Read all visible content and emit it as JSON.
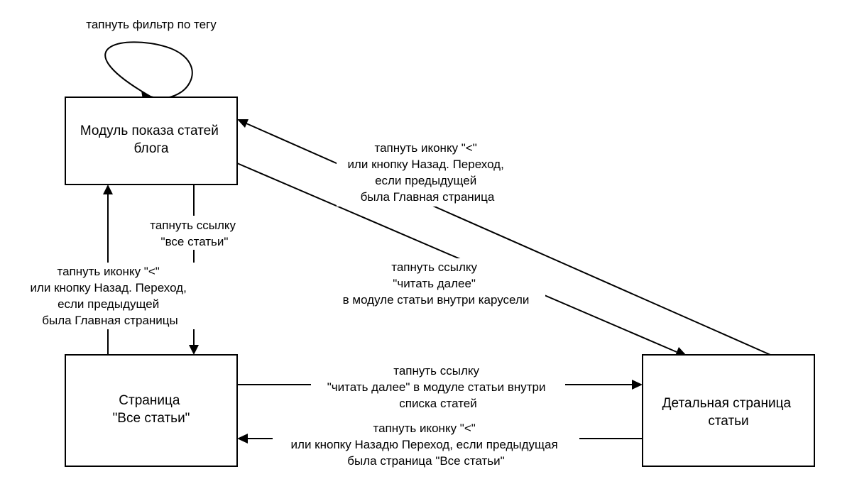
{
  "nodes": {
    "blog_module": {
      "lines": [
        "Модуль показа статей",
        "блога"
      ]
    },
    "all_articles": {
      "lines": [
        "Страница",
        "\"Все статьи\""
      ]
    },
    "article_detail": {
      "lines": [
        "Детальная страница",
        "статьи"
      ]
    }
  },
  "edges": {
    "tag_filter_loop": {
      "lines": [
        "тапнуть фильтр по тегу"
      ]
    },
    "to_all_articles": {
      "lines": [
        "тапнуть ссылку",
        "\"все статьи\""
      ]
    },
    "all_to_blog_back": {
      "lines": [
        "тапнуть иконку \"<\"",
        "или кнопку Назад. Переход,",
        "если предыдущей",
        "была Главная страницы"
      ]
    },
    "blog_to_detail_carousel": {
      "lines": [
        "тапнуть ссылку",
        "\"читать далее\"",
        "в модуле статьи внутри карусели"
      ]
    },
    "detail_to_blog_back": {
      "lines": [
        "тапнуть иконку \"<\"",
        "или кнопку Назад. Переход,",
        "если предыдущей",
        "была Главная страница"
      ]
    },
    "all_to_detail": {
      "lines": [
        "тапнуть ссылку",
        "\"читать далее\" в модуле статьи внутри",
        "списка статей"
      ]
    },
    "detail_to_all_back": {
      "lines": [
        "тапнуть иконку \"<\"",
        "или кнопку Назадю Переход, если предыдущая",
        "была страница \"Все статьи\""
      ]
    }
  }
}
